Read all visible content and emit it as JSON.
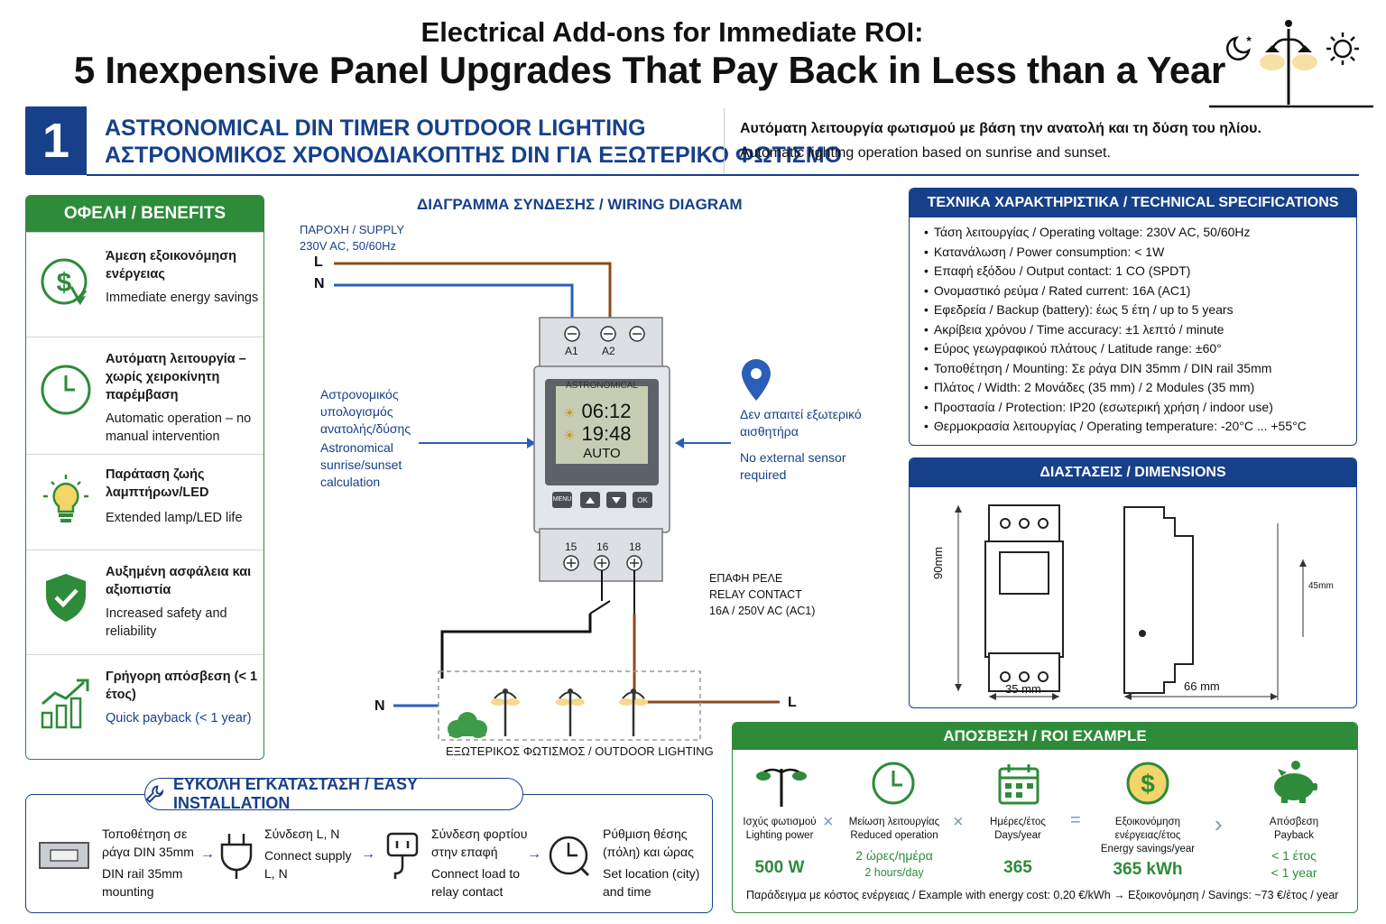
{
  "header": {
    "title_line1": "Electrical Add-ons for Immediate ROI:",
    "title_line2": "5 Inexpensive Panel Upgrades That Pay Back in Less than a Year"
  },
  "section": {
    "number": "1",
    "title_en": "ASTRONOMICAL DIN TIMER OUTDOOR LIGHTING",
    "title_el": "ΑΣΤΡΟΝΟΜΙΚΟΣ ΧΡΟΝΟΔΙΑΚΟΠΤΗΣ DIN ΓΙΑ ΕΞΩΤΕΡΙΚΟ ΦΩΤΙΣΜΟ",
    "desc_el": "Αυτόματη λειτουργία φωτισμού με βάση την ανατολή και τη δύση του ηλίου.",
    "desc_en": "Automatic lighting operation based on sunrise and sunset."
  },
  "benefits": {
    "heading": "ΟΦΕΛΗ / BENEFITS",
    "items": [
      {
        "icon": "dollar-savings-icon",
        "el": "Άμεση εξοικονόμηση ενέργειας",
        "en": "Immediate energy savings"
      },
      {
        "icon": "clock-icon",
        "el": "Αυτόματη λειτουργία – χωρίς χειροκίνητη παρέμβαση",
        "en": "Automatic operation – no manual intervention"
      },
      {
        "icon": "lightbulb-icon",
        "el": "Παράταση ζωής λαμπτήρων/LED",
        "en": "Extended lamp/LED life"
      },
      {
        "icon": "shield-check-icon",
        "el": "Αυξημένη ασφάλεια και αξιοπιστία",
        "en": "Increased safety and reliability"
      },
      {
        "icon": "growth-chart-icon",
        "el": "Γρήγορη απόσβεση (< 1 έτος)",
        "en": "Quick payback (< 1 year)"
      }
    ]
  },
  "wiring": {
    "title": "ΔΙΑΓΡΑΜΜΑ ΣΥΝΔΕΣΗΣ / WIRING DIAGRAM",
    "supply_line1": "ΠΑΡΟΧΗ / SUPPLY",
    "supply_line2": "230V AC, 50/60Hz",
    "L": "L",
    "N": "N",
    "terminal_a1": "A1",
    "terminal_a2": "A2",
    "terminal_15": "15",
    "terminal_16": "16",
    "terminal_18": "18",
    "device_brand": "ASTRONOMICAL",
    "time_sunrise": "06:12",
    "time_sunset": "19:48",
    "mode": "AUTO",
    "btn_menu": "MENU",
    "btn_ok": "OK",
    "calc_el": "Αστρονομικός υπολογισμός ανατολής/δύσης",
    "calc_en": "Astronomical sunrise/sunset calculation",
    "sensor_el": "Δεν απαιτεί εξωτερικό αισθητήρα",
    "sensor_en": "No external sensor required",
    "relay_line1": "ΕΠΑΦΗ ΡΕΛΕ",
    "relay_line2": "RELAY CONTACT",
    "relay_line3": "16A / 250V AC (AC1)",
    "outdoor": "ΕΞΩΤΕΡΙΚΟΣ ΦΩΤΙΣΜΟΣ / OUTDOOR LIGHTING",
    "colors": {
      "live": "#8b4a1e",
      "neutral": "#2a5fb8",
      "load": "#111111"
    }
  },
  "specs": {
    "heading": "ΤΕΧΝΙΚΑ ΧΑΡΑΚΤΗΡΙΣΤΙΚΑ / TECHNICAL SPECIFICATIONS",
    "items": [
      "Τάση λειτουργίας / Operating voltage: 230V AC, 50/60Hz",
      "Κατανάλωση / Power consumption: < 1W",
      "Επαφή εξόδου / Output contact: 1 CO (SPDT)",
      "Ονομαστικό ρεύμα / Rated current: 16A (AC1)",
      "Εφεδρεία / Backup (battery): έως 5 έτη / up to 5 years",
      "Ακρίβεια χρόνου / Time accuracy: ±1 λεπτό / minute",
      "Εύρος γεωγραφικού πλάτους / Latitude range: ±60°",
      "Τοποθέτηση / Mounting: Σε ράγα DIN 35mm / DIN rail 35mm",
      "Πλάτος / Width: 2 Μονάδες (35 mm) / 2 Modules (35 mm)",
      "Προστασία / Protection: IP20 (εσωτερική χρήση / indoor use)",
      "Θερμοκρασία λειτουργίας / Operating temperature: -20°C ... +55°C"
    ]
  },
  "dimensions": {
    "heading": "ΔΙΑΣΤΑΣΕΙΣ / DIMENSIONS",
    "height": "90mm",
    "width": "35 mm",
    "depth": "66 mm",
    "side": "45mm"
  },
  "install": {
    "heading": "ΕΥΚΟΛΗ ΕΓΚΑΤΑΣΤΑΣΗ / EASY INSTALLATION",
    "steps": [
      {
        "icon": "din-rail-icon",
        "el": "Τοποθέτηση σε ράγα DIN 35mm",
        "en": "DIN rail 35mm mounting"
      },
      {
        "icon": "plug-icon",
        "el": "Σύνδεση L, N",
        "en": "Connect supply L, N"
      },
      {
        "icon": "load-plug-icon",
        "el": "Σύνδεση φορτίου στην επαφή",
        "en": "Connect load to relay contact"
      },
      {
        "icon": "clock-set-icon",
        "el": "Ρύθμιση θέσης (πόλη) και ώρας",
        "en": "Set location (city) and time"
      }
    ]
  },
  "roi": {
    "heading": "ΑΠΟΣΒΕΣΗ / ROI EXAMPLE",
    "columns": [
      {
        "icon": "street-lamp-icon",
        "label_el": "Ισχύς φωτισμού",
        "label_en": "Lighting power",
        "value": "500 W"
      },
      {
        "icon": "clock-icon",
        "label_el": "Μείωση λειτουργίας",
        "label_en": "Reduced operation",
        "value_el": "2 ώρες/ημέρα",
        "value_en": "2 hours/day"
      },
      {
        "icon": "calendar-icon",
        "label_el": "Ημέρες/έτος",
        "label_en": "Days/year",
        "value": "365"
      },
      {
        "icon": "coin-icon",
        "label_el": "Εξοικονόμηση ενέργειας/έτος",
        "label_en": "Energy savings/year",
        "value": "365 kWh"
      },
      {
        "icon": "piggy-bank-icon",
        "label_el": "Απόσβεση",
        "label_en": "Payback",
        "value_el": "< 1 έτος",
        "value_en": "< 1 year"
      }
    ],
    "ops": [
      "×",
      "×",
      "=",
      "›"
    ],
    "footer": "Παράδειγμα με κόστος ενέργειας / Example with energy cost: 0,20 €/kWh → Εξοικονόμηση / Savings: ~73 €/έτος / year"
  }
}
